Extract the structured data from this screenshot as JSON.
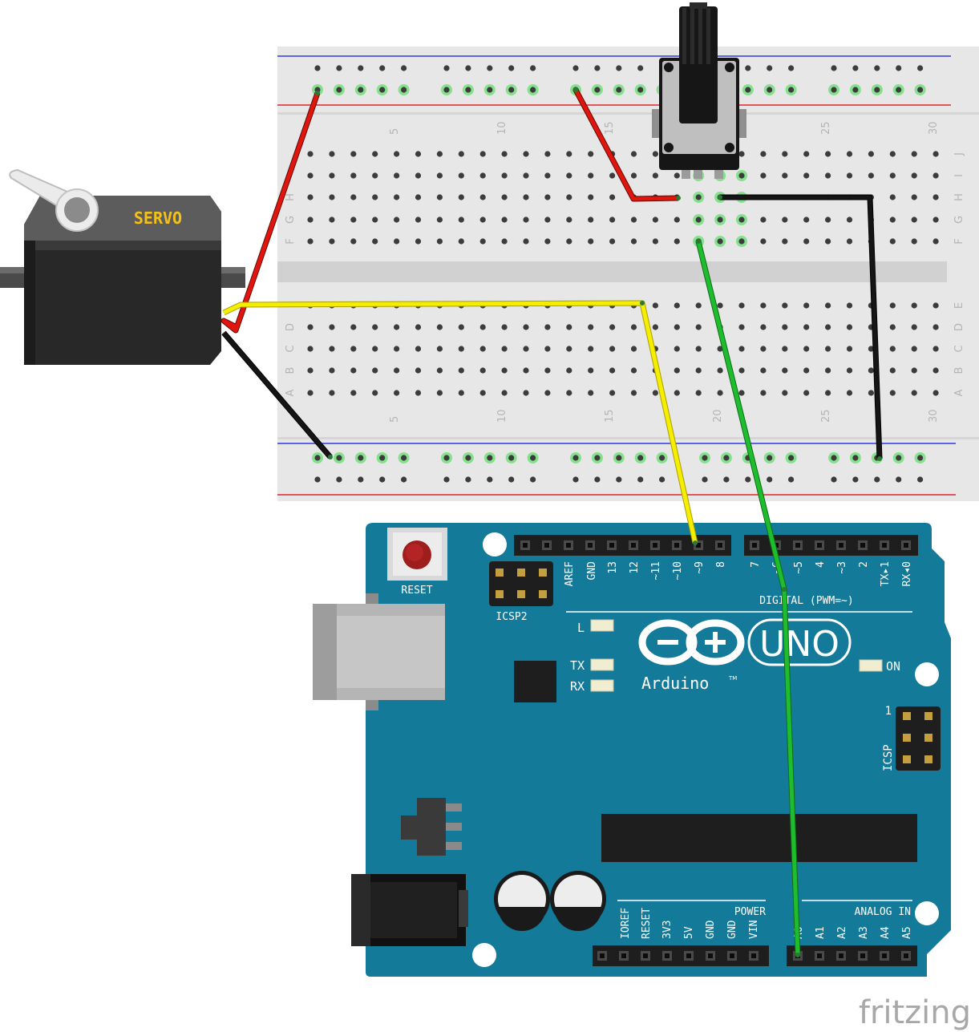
{
  "servo": {
    "label": "SERVO"
  },
  "breadboard": {
    "col_numbers": [
      "5",
      "10",
      "15",
      "20",
      "25",
      "30"
    ],
    "row_letters_top": [
      "J",
      "I",
      "H",
      "G",
      "F"
    ],
    "row_letters_bottom": [
      "E",
      "D",
      "C",
      "B",
      "A"
    ],
    "left_edge_top": [
      "G",
      "H",
      "F"
    ],
    "left_edge_bottom": [
      "D",
      "C",
      "B",
      "A"
    ]
  },
  "arduino": {
    "reset_label": "RESET",
    "icsp2_label": "ICSP2",
    "icsp_label": "ICSP",
    "icsp_pin1": "1",
    "digital_label": "DIGITAL (PWM=~)",
    "digital_pins": [
      "AREF",
      "GND",
      "13",
      "12",
      "~11",
      "~10",
      "~9",
      "8",
      "7",
      "~6",
      "~5",
      "4",
      "~3",
      "2",
      "TX▸1",
      "RX◂0"
    ],
    "led_L": "L",
    "led_TX": "TX",
    "led_RX": "RX",
    "led_ON": "ON",
    "brand": "Arduino",
    "trademark": "TM",
    "model": "UNO",
    "power_label": "POWER",
    "power_pins": [
      "IOREF",
      "RESET",
      "3V3",
      "5V",
      "GND",
      "GND",
      "VIN"
    ],
    "analog_label": "ANALOG IN",
    "analog_pins": [
      "A0",
      "A1",
      "A2",
      "A3",
      "A4",
      "A5"
    ]
  },
  "watermark": "fritzing",
  "colors": {
    "board": "#137a9a",
    "breadboard": "#e7e7e7",
    "wire_red": "#e0160e",
    "wire_black": "#151515",
    "wire_yellow": "#f5ee00",
    "wire_green": "#1fbd2d"
  }
}
